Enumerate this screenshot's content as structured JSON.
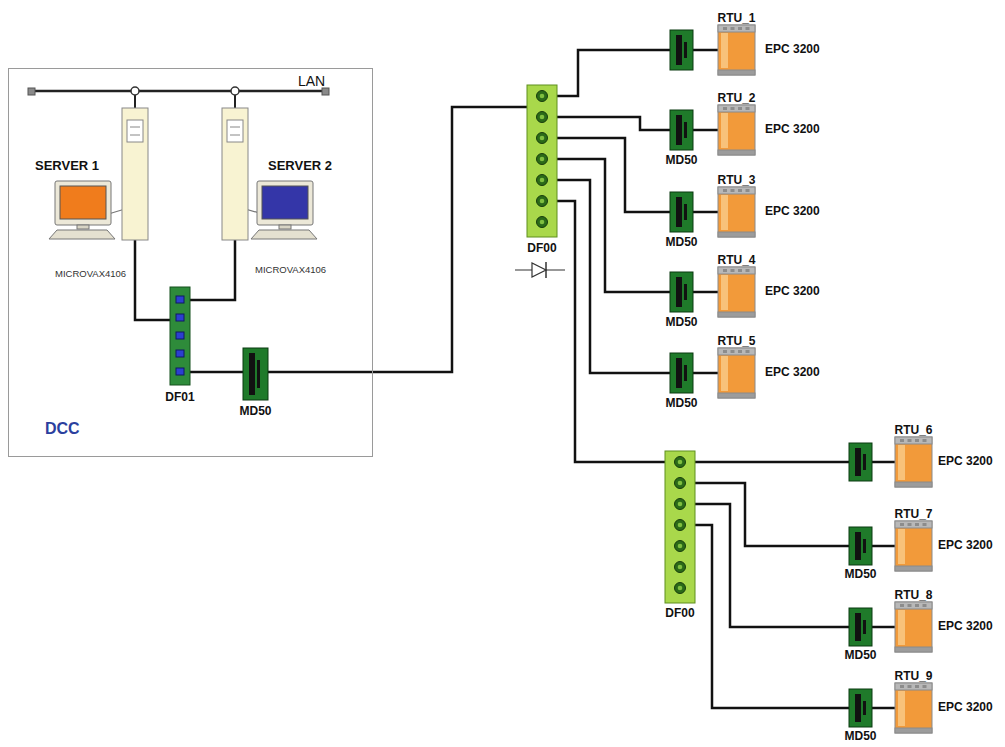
{
  "diagram": {
    "nodes": [
      {
        "text": [
          "DCC"
        ]
      },
      {
        "text": [
          "SERVER 1",
          "MICROVAX4106"
        ],
        "in": 0
      },
      {
        "text": [
          "SERVER 2",
          "MICROVAX4106"
        ],
        "in": 0
      },
      {
        "text": [
          "DF01"
        ],
        "in": 0
      },
      {
        "text": [
          "MD50"
        ],
        "in": 0
      },
      {
        "text": [
          "DF00"
        ]
      },
      {
        "text": [
          "RTU_1",
          "EPC 3200"
        ]
      },
      {
        "text": [
          "MD50"
        ]
      },
      {
        "text": [
          "RTU_2",
          "EPC 3200"
        ]
      },
      {
        "text": [
          "MD50"
        ]
      },
      {
        "text": [
          "RTU_3",
          "EPC 3200"
        ]
      },
      {
        "text": [
          "MD50"
        ]
      },
      {
        "text": [
          "RTU_4",
          "EPC 3200"
        ]
      },
      {
        "text": [
          "MD50"
        ]
      },
      {
        "text": [
          "RTU_5",
          "EPC 3200"
        ]
      },
      {
        "text": [
          "DF00"
        ]
      },
      {
        "text": [
          "RTU_6",
          "EPC 3200"
        ]
      },
      {
        "text": [
          "MD50"
        ]
      },
      {
        "text": [
          "RTU_7",
          "EPC 3200"
        ]
      },
      {
        "text": [
          "MD50"
        ]
      },
      {
        "text": [
          "RTU_8",
          "EPC 3200"
        ]
      },
      {
        "text": [
          "MD50"
        ]
      },
      {
        "text": [
          "RTU_9",
          "EPC 3200"
        ]
      }
    ],
    "edges": [
      {
        "from": 1,
        "to": 3,
        "arrow": "none"
      },
      {
        "from": 2,
        "to": 3,
        "arrow": "none"
      },
      {
        "from": 3,
        "to": 4,
        "arrow": "none"
      },
      {
        "from": 4,
        "to": 5,
        "arrow": "none"
      },
      {
        "from": 5,
        "to": 6,
        "arrow": "none"
      },
      {
        "from": 5,
        "to": 7,
        "arrow": "none"
      },
      {
        "from": 7,
        "to": 8,
        "arrow": "none"
      },
      {
        "from": 5,
        "to": 9,
        "arrow": "none"
      },
      {
        "from": 9,
        "to": 10,
        "arrow": "none"
      },
      {
        "from": 5,
        "to": 11,
        "arrow": "none"
      },
      {
        "from": 11,
        "to": 12,
        "arrow": "none"
      },
      {
        "from": 5,
        "to": 13,
        "arrow": "none"
      },
      {
        "from": 13,
        "to": 14,
        "arrow": "none"
      },
      {
        "from": 5,
        "to": 15,
        "arrow": "none"
      },
      {
        "from": 15,
        "to": 16,
        "arrow": "none"
      },
      {
        "from": 15,
        "to": 17,
        "arrow": "none"
      },
      {
        "from": 17,
        "to": 18,
        "arrow": "none"
      },
      {
        "from": 15,
        "to": 19,
        "arrow": "none"
      },
      {
        "from": 19,
        "to": 20,
        "arrow": "none"
      },
      {
        "from": 15,
        "to": 21,
        "arrow": "none"
      },
      {
        "from": 21,
        "to": 22,
        "arrow": "none"
      }
    ],
    "labels": [
      "LAN"
    ]
  }
}
